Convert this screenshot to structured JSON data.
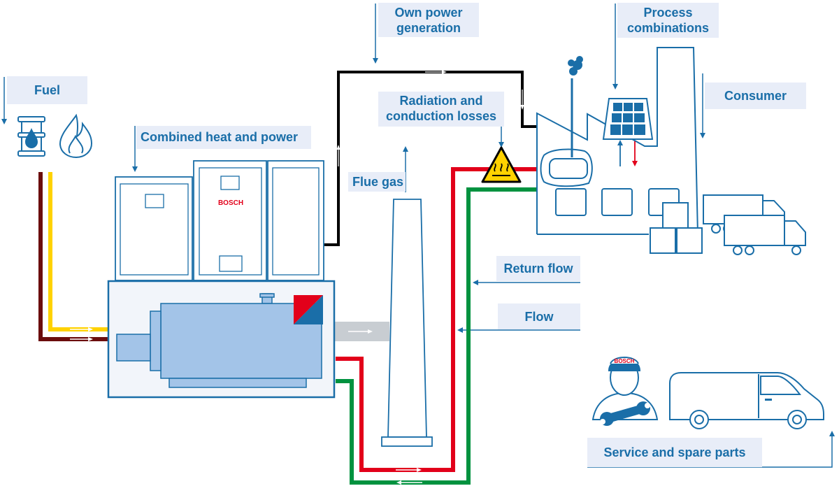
{
  "labels": {
    "fuel": "Fuel",
    "chp": "Combined heat and power",
    "own_power_line1": "Own power",
    "own_power_line2": "generation",
    "radiation_line1": "Radiation and",
    "radiation_line2": "conduction losses",
    "flue_gas": "Flue gas",
    "process_line1": "Process",
    "process_line2": "combinations",
    "consumer": "Consumer",
    "return_flow": "Return flow",
    "flow": "Flow",
    "service": "Service and spare parts"
  },
  "brand": {
    "module_logo": "BOSCH",
    "cap_logo": "BOSCH"
  },
  "colors": {
    "outline": "#1a6ea8",
    "label_bg": "#e8edf8",
    "fill_light": "#a3c4e8",
    "fuel_oil": "#6b0d0d",
    "fuel_gas": "#ffd200",
    "flow_line": "#e2001a",
    "return_line": "#00923f",
    "power_line": "#000000",
    "flue_gas": "#c8cdd2",
    "warning": "#ffd200"
  },
  "icons": [
    "oil-barrel-icon",
    "gas-flame-icon",
    "warning-hot-surface-icon",
    "solar-panel-icon",
    "wrench-icon",
    "technician-icon",
    "van-icon",
    "truck-icon",
    "factory-icon",
    "chimney-icon"
  ]
}
